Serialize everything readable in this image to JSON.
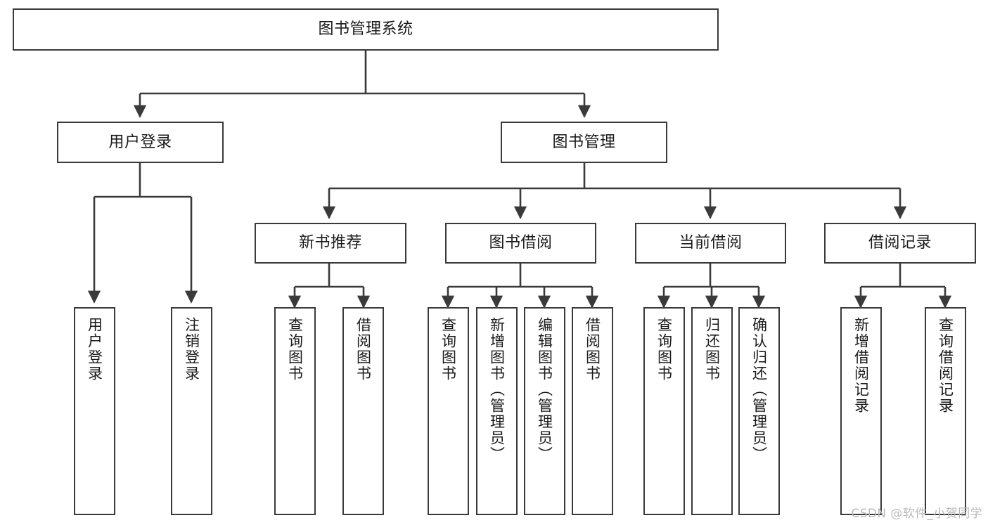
{
  "diagram": {
    "type": "hierarchy-tree",
    "title": "图书管理系统",
    "watermark": "CSDN @软件_小贺同学",
    "colors": {
      "background": "#ffffff",
      "box_border": "#3a3a3a",
      "box_fill": "#ffffff",
      "text": "#1a1a1a",
      "connector": "#3a3a3a",
      "watermark": "#b9b9b9"
    },
    "levels": [
      {
        "level": 0,
        "nodes": [
          {
            "id": "root",
            "label": "图书管理系统",
            "orientation": "horizontal"
          }
        ]
      },
      {
        "level": 1,
        "nodes": [
          {
            "id": "login",
            "label": "用户登录",
            "orientation": "horizontal",
            "parent": "root"
          },
          {
            "id": "bookmgmt",
            "label": "图书管理",
            "orientation": "horizontal",
            "parent": "root"
          }
        ]
      },
      {
        "level": 2,
        "nodes": [
          {
            "id": "newbook",
            "label": "新书推荐",
            "orientation": "horizontal",
            "parent": "bookmgmt"
          },
          {
            "id": "borrow",
            "label": "图书借阅",
            "orientation": "horizontal",
            "parent": "bookmgmt"
          },
          {
            "id": "current",
            "label": "当前借阅",
            "orientation": "horizontal",
            "parent": "bookmgmt"
          },
          {
            "id": "records",
            "label": "借阅记录",
            "orientation": "horizontal",
            "parent": "bookmgmt"
          }
        ]
      },
      {
        "level": 3,
        "nodes": [
          {
            "id": "leaf1",
            "label": "用户登录",
            "orientation": "vertical",
            "parent": "login"
          },
          {
            "id": "leaf2",
            "label": "注销登录",
            "orientation": "vertical",
            "parent": "login"
          },
          {
            "id": "leaf3",
            "label": "查询图书",
            "orientation": "vertical",
            "parent": "newbook"
          },
          {
            "id": "leaf4",
            "label": "借阅图书",
            "orientation": "vertical",
            "parent": "newbook"
          },
          {
            "id": "leaf5",
            "label": "查询图书",
            "orientation": "vertical",
            "parent": "borrow"
          },
          {
            "id": "leaf6",
            "label": "新增图书（管理员）",
            "orientation": "vertical",
            "parent": "borrow"
          },
          {
            "id": "leaf7",
            "label": "编辑图书（管理员）",
            "orientation": "vertical",
            "parent": "borrow"
          },
          {
            "id": "leaf8",
            "label": "借阅图书",
            "orientation": "vertical",
            "parent": "borrow"
          },
          {
            "id": "leaf9",
            "label": "查询图书",
            "orientation": "vertical",
            "parent": "current"
          },
          {
            "id": "leaf10",
            "label": "归还图书",
            "orientation": "vertical",
            "parent": "current"
          },
          {
            "id": "leaf11",
            "label": "确认归还（管理员）",
            "orientation": "vertical",
            "parent": "current"
          },
          {
            "id": "leaf12",
            "label": "新增借阅记录",
            "orientation": "vertical",
            "parent": "records"
          },
          {
            "id": "leaf13",
            "label": "查询借阅记录",
            "orientation": "vertical",
            "parent": "records"
          }
        ]
      }
    ]
  }
}
